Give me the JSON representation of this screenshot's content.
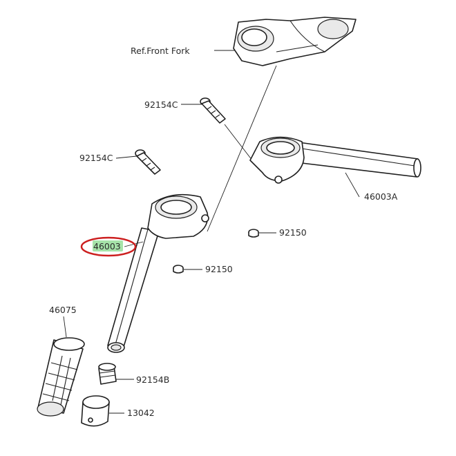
{
  "diagram": {
    "labels": {
      "ref_front_fork": "Ref.Front Fork",
      "bolt_upper": "92154C",
      "bolt_lower": "92154C",
      "handlebar_right": "46003A",
      "handlebar_left": "46003",
      "screw_right": "92150",
      "screw_left": "92150",
      "grip": "46075",
      "nut": "92154B",
      "weight": "13042"
    },
    "highlight": {
      "label": "46003",
      "highlight_color": "#a6e3a9",
      "ring_color": "#cc1f1f"
    }
  }
}
